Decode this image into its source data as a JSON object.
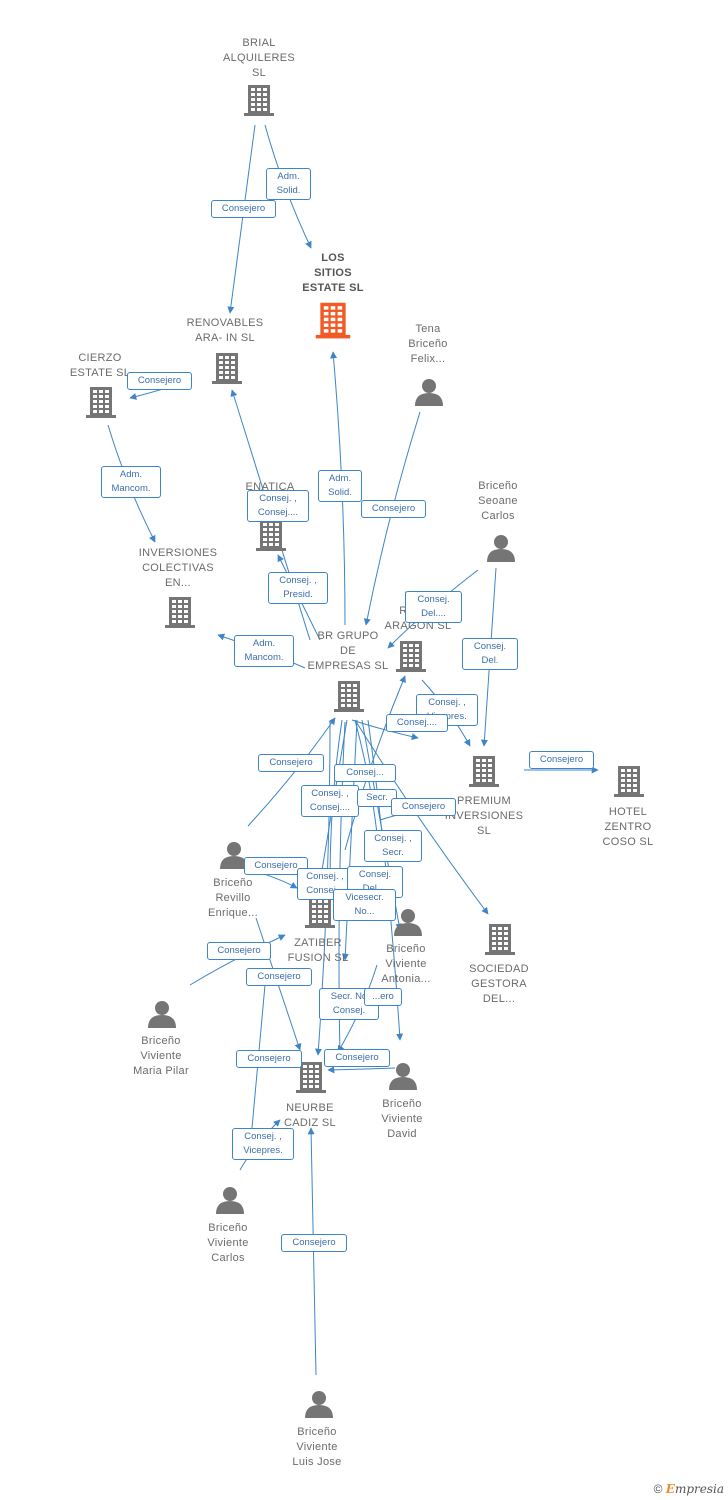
{
  "colors": {
    "edge": "#3d85c6",
    "node": "#757575",
    "target": "#f15a24"
  },
  "nodes": [
    {
      "id": "brial",
      "label": "BRIAL\nALQUILERES\nSL",
      "type": "company"
    },
    {
      "id": "los_sitios",
      "label": "LOS\nSITIOS\nESTATE SL",
      "type": "company",
      "target": true
    },
    {
      "id": "renovables",
      "label": "RENOVABLES\nARA- IN SL",
      "type": "company"
    },
    {
      "id": "cierzo",
      "label": "CIERZO\nESTATE SL",
      "type": "company"
    },
    {
      "id": "tena",
      "label": "Tena\nBriceño\nFelix...",
      "type": "person"
    },
    {
      "id": "enatica",
      "label": "ENATICA\nEN...",
      "type": "company"
    },
    {
      "id": "inversiones",
      "label": "INVERSIONES\nCOLECTIVAS\nEN...",
      "type": "company"
    },
    {
      "id": "seoane",
      "label": "Briceño\nSeoane\nCarlos",
      "type": "person"
    },
    {
      "id": "hotel_reina",
      "label": "HO...\nREIN...\nARAGON SL",
      "type": "company"
    },
    {
      "id": "br_grupo",
      "label": "BR GRUPO\nDE\nEMPRESAS SL",
      "type": "company"
    },
    {
      "id": "premium",
      "label": "PREMIUM\nINVERSIONES\nSL",
      "type": "company"
    },
    {
      "id": "hotel_zentro",
      "label": "HOTEL\nZENTRO\nCOSO SL",
      "type": "company"
    },
    {
      "id": "revillo",
      "label": "Briceño\nRevillo\nEnrique...",
      "type": "person"
    },
    {
      "id": "zatiber",
      "label": "ZATIBER\nFUSION SL",
      "type": "company"
    },
    {
      "id": "antonia",
      "label": "Briceño\nViviente\nAntonia...",
      "type": "person"
    },
    {
      "id": "sociedad",
      "label": "SOCIEDAD\nGESTORA\nDEL...",
      "type": "company"
    },
    {
      "id": "maria_pilar",
      "label": "Briceño\nViviente\nMaria Pilar",
      "type": "person"
    },
    {
      "id": "neurbe",
      "label": "NEURBE\nCADIZ SL",
      "type": "company"
    },
    {
      "id": "david",
      "label": "Briceño\nViviente\nDavid",
      "type": "person"
    },
    {
      "id": "carlos",
      "label": "Briceño\nViviente\nCarlos",
      "type": "person"
    },
    {
      "id": "luis_jose",
      "label": "Briceño\nViviente\nLuis Jose",
      "type": "person"
    }
  ],
  "edge_labels": [
    "Adm.\nSolid.",
    "Consejero",
    "Consejero",
    "Adm.\nMancom.",
    "Consej. ,\nConsej....",
    "Adm.\nSolid.",
    "Consejero",
    "Consej. ,\nPresid.",
    "Adm.\nMancom.",
    "Consej.\nDel....",
    "Consej.\nDel.",
    "Consej. ,\nVicepres.",
    "Consej....",
    "Consejero",
    "Consejero",
    "Consej. ,\nConsej....",
    "Consej...",
    "Secr.",
    "Consejero",
    "Consej. ,\nSecr.",
    "Consejero",
    "Consej. ,\nConsej...",
    "Consej.\nDel....",
    "Vicesecr.\nNo...",
    "Consejero",
    "Consejero",
    "Secr. No\nConsej.",
    "...ero",
    "Consejero",
    "Consejero",
    "Consej. ,\nVicepres.",
    "Consejero"
  ],
  "brand": {
    "symbol": "©",
    "e": "E",
    "rest": "mpresia"
  }
}
